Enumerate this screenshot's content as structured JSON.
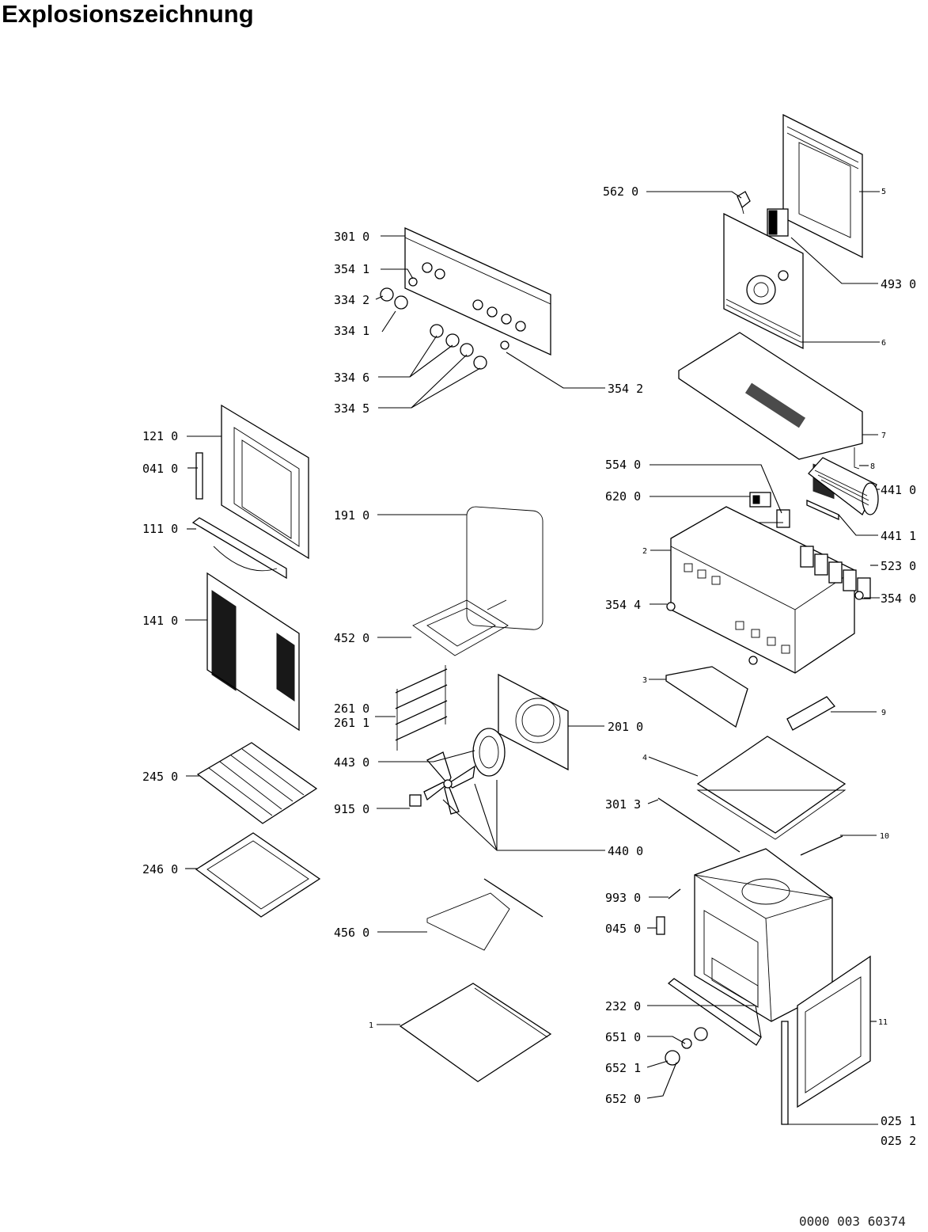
{
  "title": "Explosionszeichnung",
  "document_number": "0000 003 60374",
  "labels": [
    {
      "id": "562-0",
      "text": "562 0",
      "small": false
    },
    {
      "id": "5",
      "text": "5",
      "small": true
    },
    {
      "id": "301-0",
      "text": "301 0",
      "small": false
    },
    {
      "id": "493-0",
      "text": "493 0",
      "small": false
    },
    {
      "id": "354-1",
      "text": "354 1",
      "small": false
    },
    {
      "id": "334-2",
      "text": "334 2",
      "small": false
    },
    {
      "id": "334-1",
      "text": "334 1",
      "small": false
    },
    {
      "id": "6",
      "text": "6",
      "small": true
    },
    {
      "id": "334-6",
      "text": "334 6",
      "small": false
    },
    {
      "id": "354-2",
      "text": "354 2",
      "small": false
    },
    {
      "id": "334-5",
      "text": "334 5",
      "small": false
    },
    {
      "id": "121-0",
      "text": "121 0",
      "small": false
    },
    {
      "id": "7",
      "text": "7",
      "small": true
    },
    {
      "id": "041-0",
      "text": "041 0",
      "small": false
    },
    {
      "id": "8",
      "text": "8",
      "small": true
    },
    {
      "id": "554-0",
      "text": "554 0",
      "small": false
    },
    {
      "id": "441-0",
      "text": "441 0",
      "small": false
    },
    {
      "id": "620-0",
      "text": "620 0",
      "small": false
    },
    {
      "id": "191-0",
      "text": "191 0",
      "small": false
    },
    {
      "id": "111-0",
      "text": "111 0",
      "small": false
    },
    {
      "id": "441-1",
      "text": "441 1",
      "small": false
    },
    {
      "id": "2",
      "text": "2",
      "small": true
    },
    {
      "id": "523-0",
      "text": "523 0",
      "small": false
    },
    {
      "id": "141-0",
      "text": "141 0",
      "small": false
    },
    {
      "id": "354-4",
      "text": "354 4",
      "small": false
    },
    {
      "id": "354-0",
      "text": "354 0",
      "small": false
    },
    {
      "id": "452-0",
      "text": "452 0",
      "small": false
    },
    {
      "id": "3",
      "text": "3",
      "small": true
    },
    {
      "id": "261-0",
      "text": "261 0",
      "small": false
    },
    {
      "id": "261-1",
      "text": "261 1",
      "small": false
    },
    {
      "id": "9",
      "text": "9",
      "small": true
    },
    {
      "id": "201-0",
      "text": "201 0",
      "small": false
    },
    {
      "id": "443-0",
      "text": "443 0",
      "small": false
    },
    {
      "id": "4",
      "text": "4",
      "small": true
    },
    {
      "id": "245-0",
      "text": "245 0",
      "small": false
    },
    {
      "id": "915-0",
      "text": "915 0",
      "small": false
    },
    {
      "id": "301-3",
      "text": "301 3",
      "small": false
    },
    {
      "id": "10",
      "text": "10",
      "small": true
    },
    {
      "id": "440-0",
      "text": "440 0",
      "small": false
    },
    {
      "id": "246-0",
      "text": "246 0",
      "small": false
    },
    {
      "id": "993-0",
      "text": "993 0",
      "small": false
    },
    {
      "id": "045-0",
      "text": "045 0",
      "small": false
    },
    {
      "id": "456-0",
      "text": "456 0",
      "small": false
    },
    {
      "id": "232-0",
      "text": "232 0",
      "small": false
    },
    {
      "id": "11",
      "text": "11",
      "small": true
    },
    {
      "id": "1",
      "text": "1",
      "small": true
    },
    {
      "id": "651-0",
      "text": "651 0",
      "small": false
    },
    {
      "id": "652-1",
      "text": "652 1",
      "small": false
    },
    {
      "id": "652-0",
      "text": "652 0",
      "small": false
    },
    {
      "id": "025-1",
      "text": "025 1",
      "small": false
    },
    {
      "id": "025-2",
      "text": "025 2",
      "small": false
    }
  ]
}
